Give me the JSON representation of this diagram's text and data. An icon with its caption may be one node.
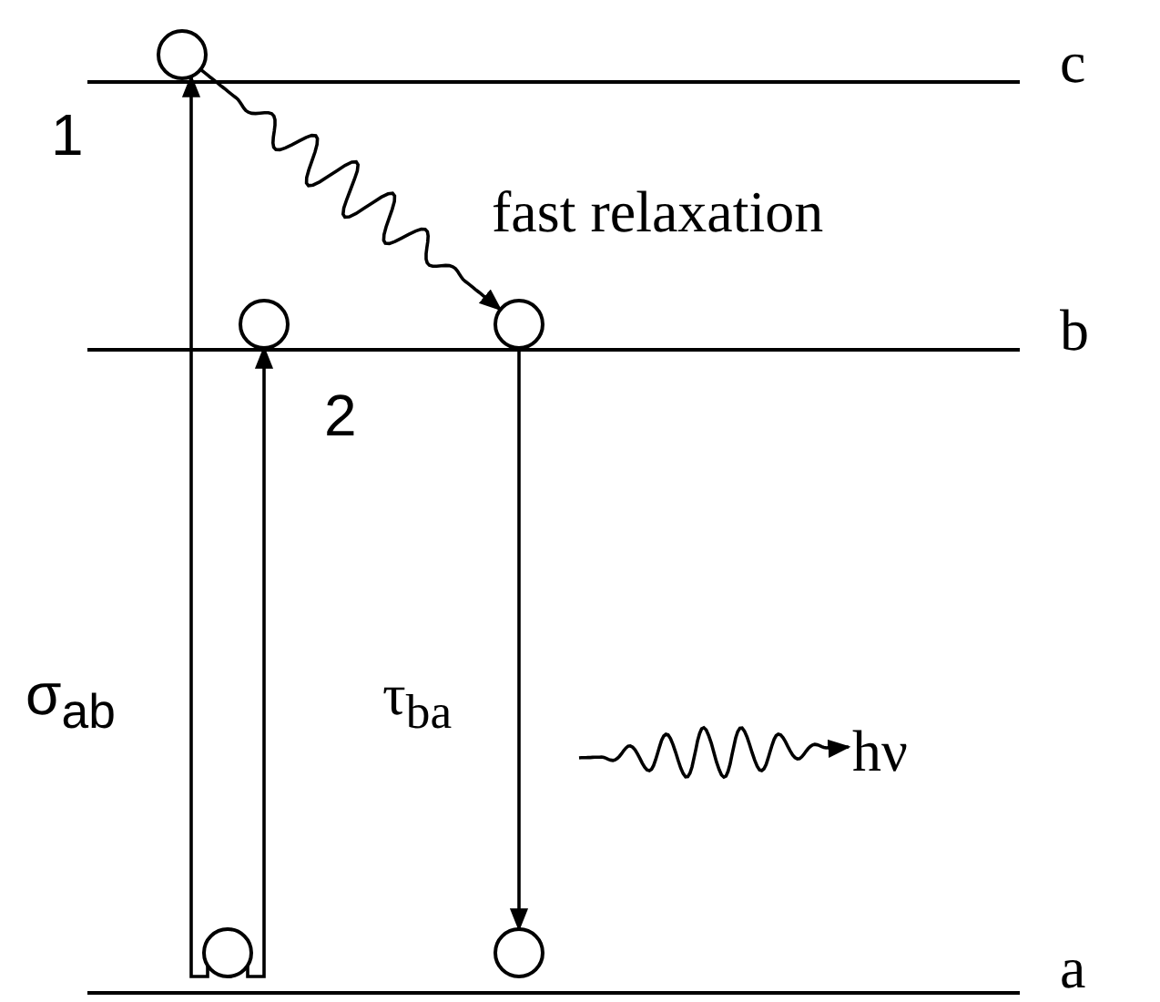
{
  "diagram": {
    "nodes": [
      {
        "text": [],
        "shape": "circle"
      },
      {
        "text": [],
        "shape": "circle"
      },
      {
        "text": [],
        "shape": "circle"
      },
      {
        "text": [],
        "shape": "circle"
      },
      {
        "text": [],
        "shape": "circle"
      },
      {
        "text": [
          "hν"
        ]
      }
    ],
    "edges": [
      {
        "from": 3,
        "to": 0,
        "arrow": "to"
      },
      {
        "from": 3,
        "to": 1,
        "arrow": "to"
      },
      {
        "from": 0,
        "to": 2,
        "arrow": "to",
        "label": "fast relaxation"
      },
      {
        "from": 2,
        "to": 4,
        "arrow": "to",
        "label": "τ$_{ba}$"
      },
      {
        "from": null,
        "to": 5,
        "arrow": "to"
      }
    ],
    "labels": [
      "c",
      "1",
      "b",
      "2",
      "σ$_{ab}$",
      "a"
    ]
  }
}
